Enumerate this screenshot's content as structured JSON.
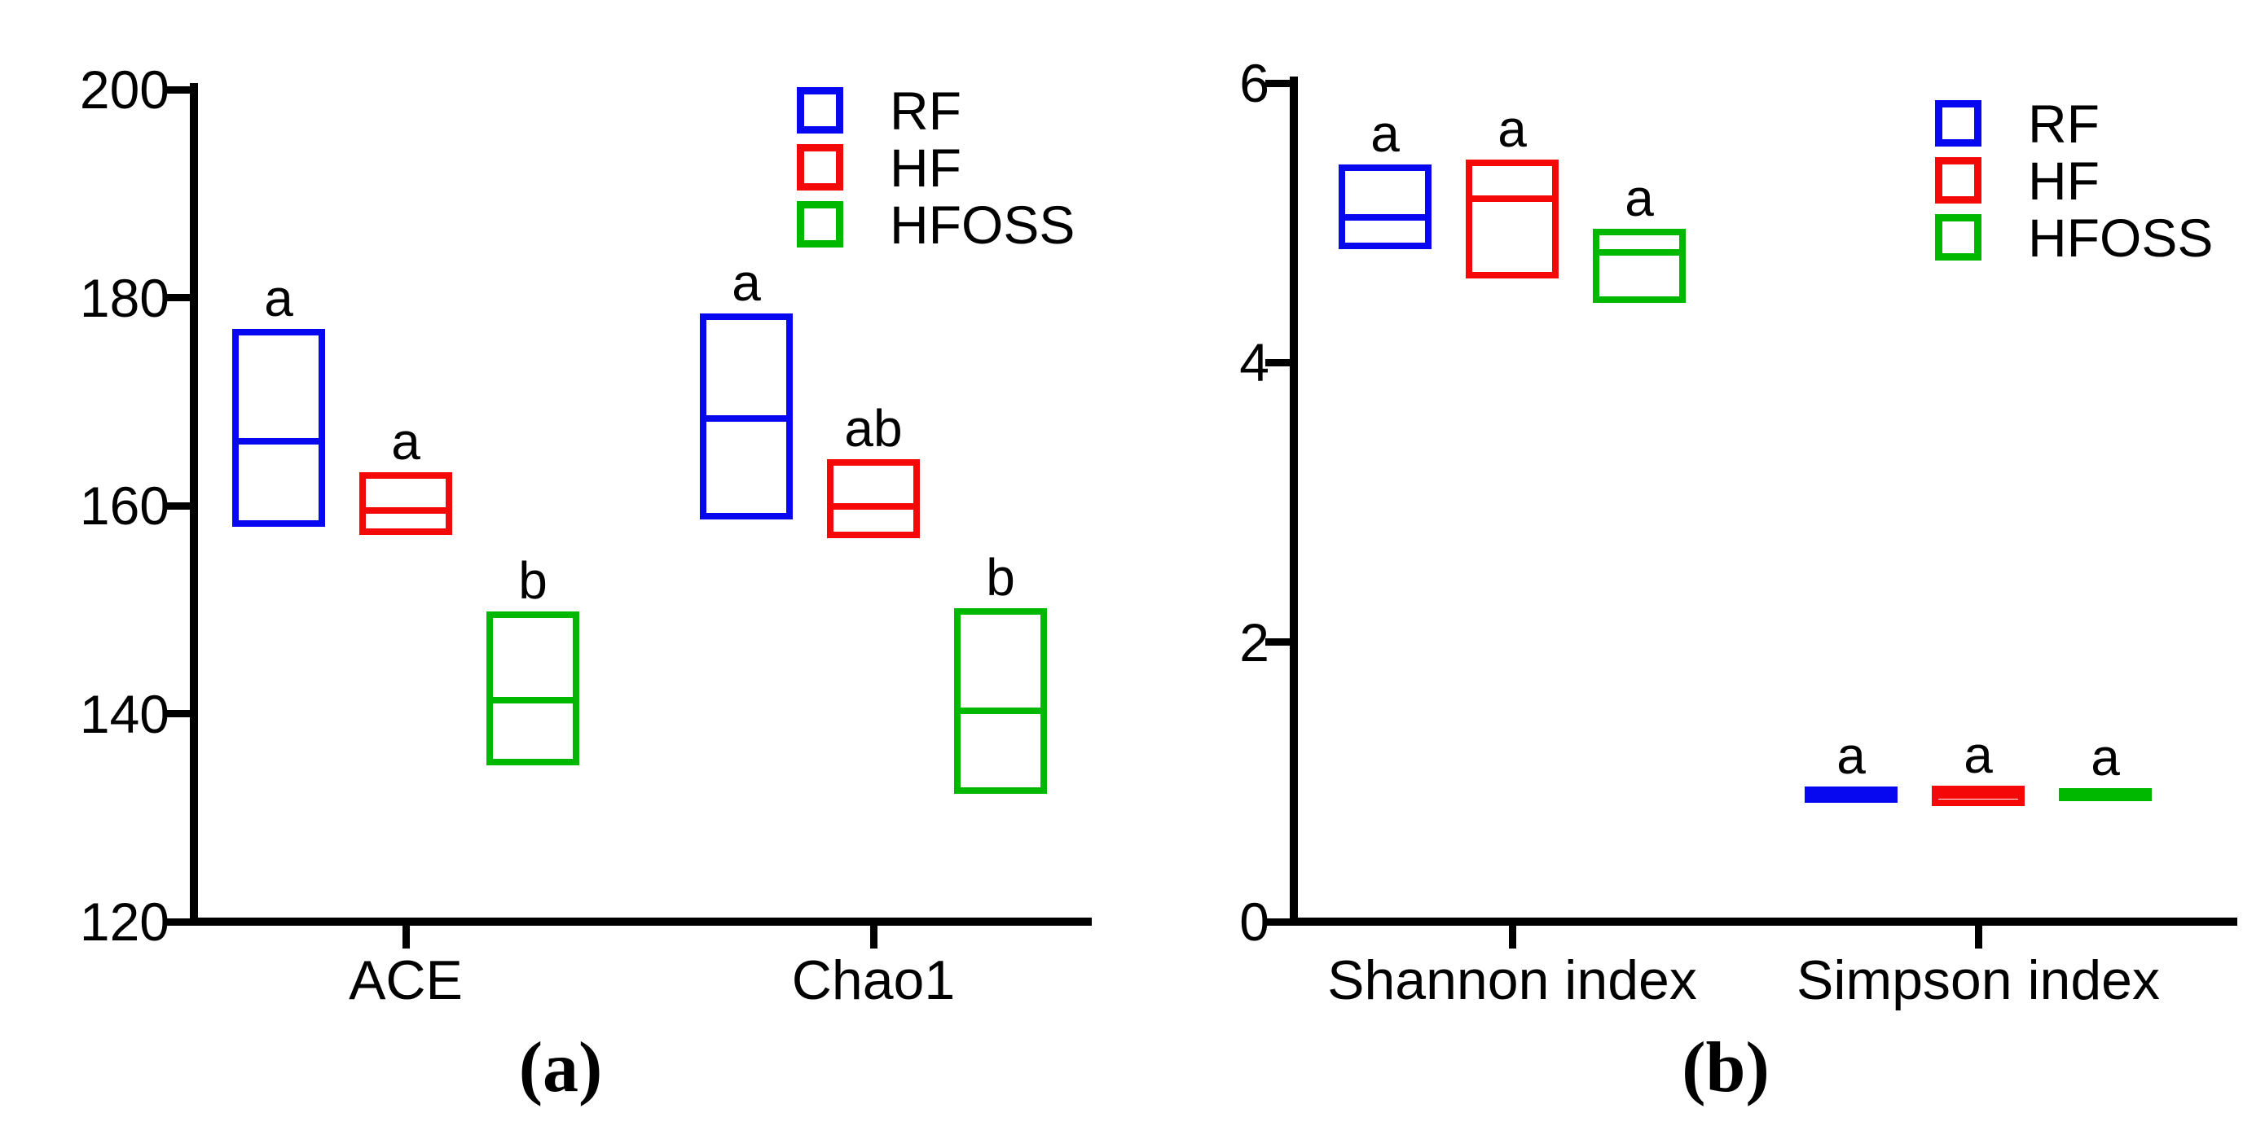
{
  "chart_data": [
    {
      "type": "grouped_boxplot",
      "caption": "(a)",
      "y_axis": {
        "min": 120,
        "max": 200,
        "ticks": [
          200,
          180,
          160,
          140,
          120
        ]
      },
      "categories": [
        "ACE",
        "Chao1"
      ],
      "legend_position": "top-right-inside",
      "grid": "off",
      "series": [
        {
          "name": "RF",
          "color": "#0808f0",
          "boxes": [
            {
              "low": 158.0,
              "mid": 166.2,
              "high": 177.0,
              "letter": "a"
            },
            {
              "low": 158.7,
              "mid": 168.4,
              "high": 178.5,
              "letter": "a"
            }
          ]
        },
        {
          "name": "HF",
          "color": "#f50808",
          "boxes": [
            {
              "low": 157.2,
              "mid": 159.5,
              "high": 163.2,
              "letter": "a"
            },
            {
              "low": 156.9,
              "mid": 159.9,
              "high": 164.5,
              "letter": "ab"
            }
          ]
        },
        {
          "name": "HFOSS",
          "color": "#00b800",
          "boxes": [
            {
              "low": 135.0,
              "mid": 141.3,
              "high": 149.8,
              "letter": "b"
            },
            {
              "low": 132.3,
              "mid": 140.3,
              "high": 150.1,
              "letter": "b"
            }
          ]
        }
      ]
    },
    {
      "type": "grouped_boxplot",
      "caption": "(b)",
      "y_axis": {
        "min": 0,
        "max": 6,
        "ticks": [
          6,
          4,
          2,
          0
        ]
      },
      "categories": [
        "Shannon index",
        "Simpson index"
      ],
      "legend_position": "top-right-inside",
      "grid": "off",
      "series": [
        {
          "name": "RF",
          "color": "#0808f0",
          "boxes": [
            {
              "low": 4.81,
              "mid": 5.04,
              "high": 5.42,
              "letter": "a"
            },
            {
              "low": 0.85,
              "mid": 0.91,
              "high": 0.965,
              "letter": "a"
            }
          ]
        },
        {
          "name": "HF",
          "color": "#f50808",
          "boxes": [
            {
              "low": 4.6,
              "mid": 5.17,
              "high": 5.45,
              "letter": "a"
            },
            {
              "low": 0.83,
              "mid": 0.905,
              "high": 0.975,
              "letter": "a"
            }
          ]
        },
        {
          "name": "HFOSS",
          "color": "#00b800",
          "boxes": [
            {
              "low": 4.43,
              "mid": 4.79,
              "high": 4.96,
              "letter": "a"
            },
            {
              "low": 0.86,
              "mid": 0.91,
              "high": 0.955,
              "letter": "a"
            }
          ]
        }
      ]
    }
  ]
}
